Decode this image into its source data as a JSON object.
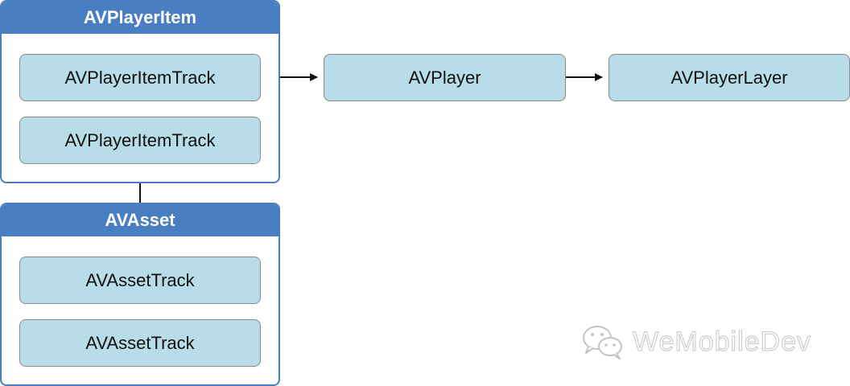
{
  "diagram": {
    "player_item": {
      "title": "AVPlayerItem",
      "tracks": [
        "AVPlayerItemTrack",
        "AVPlayerItemTrack"
      ]
    },
    "asset": {
      "title": "AVAsset",
      "tracks": [
        "AVAssetTrack",
        "AVAssetTrack"
      ]
    },
    "player": {
      "label": "AVPlayer"
    },
    "player_layer": {
      "label": "AVPlayerLayer"
    },
    "edges": [
      {
        "from": "AVPlayerItem",
        "to": "AVPlayer",
        "style": "arrow"
      },
      {
        "from": "AVPlayer",
        "to": "AVPlayerLayer",
        "style": "arrow"
      },
      {
        "from": "AVPlayerItem",
        "to": "AVAsset",
        "style": "line"
      }
    ]
  },
  "watermark": {
    "text": "WeMobileDev",
    "icon": "wechat-icon"
  },
  "colors": {
    "header": "#4a7ec2",
    "node_fill": "#b8dce8",
    "node_border": "#8a8a8a"
  }
}
